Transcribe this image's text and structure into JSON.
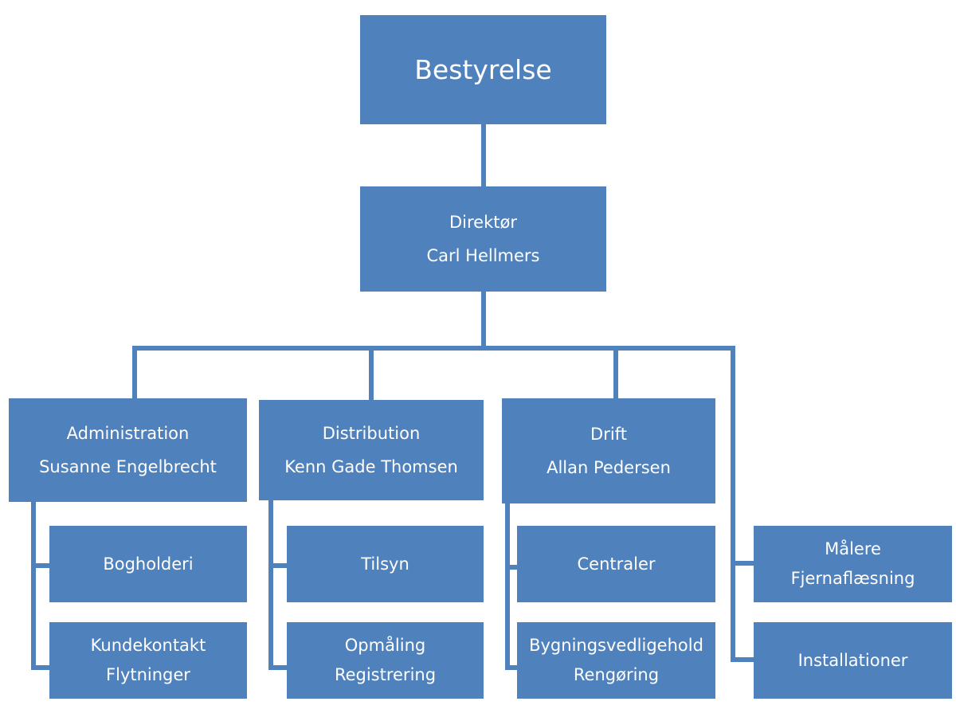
{
  "colors": {
    "box_fill": "#4f81bd",
    "connector": "#4f81bd",
    "text": "#ffffff",
    "background": "#ffffff"
  },
  "board": {
    "title": "Bestyrelse"
  },
  "director": {
    "role": "Direktør",
    "name": "Carl Hellmers"
  },
  "departments": {
    "administration": {
      "title": "Administration",
      "head": "Susanne Engelbrecht",
      "units": [
        {
          "line1": "Bogholderi"
        },
        {
          "line1": "Kundekontakt",
          "line2": "Flytninger"
        }
      ]
    },
    "distribution": {
      "title": "Distribution",
      "head": "Kenn Gade Thomsen",
      "units": [
        {
          "line1": "Tilsyn"
        },
        {
          "line1": "Opmåling",
          "line2": "Registrering"
        }
      ]
    },
    "drift": {
      "title": "Drift",
      "head": "Allan Pedersen",
      "units": [
        {
          "line1": "Centraler"
        },
        {
          "line1": "Bygningsvedligehold",
          "line2": "Rengøring"
        }
      ]
    },
    "maalere": {
      "units": [
        {
          "line1": "Målere",
          "line2": "Fjernaflæsning"
        },
        {
          "line1": "Installationer"
        }
      ]
    }
  }
}
